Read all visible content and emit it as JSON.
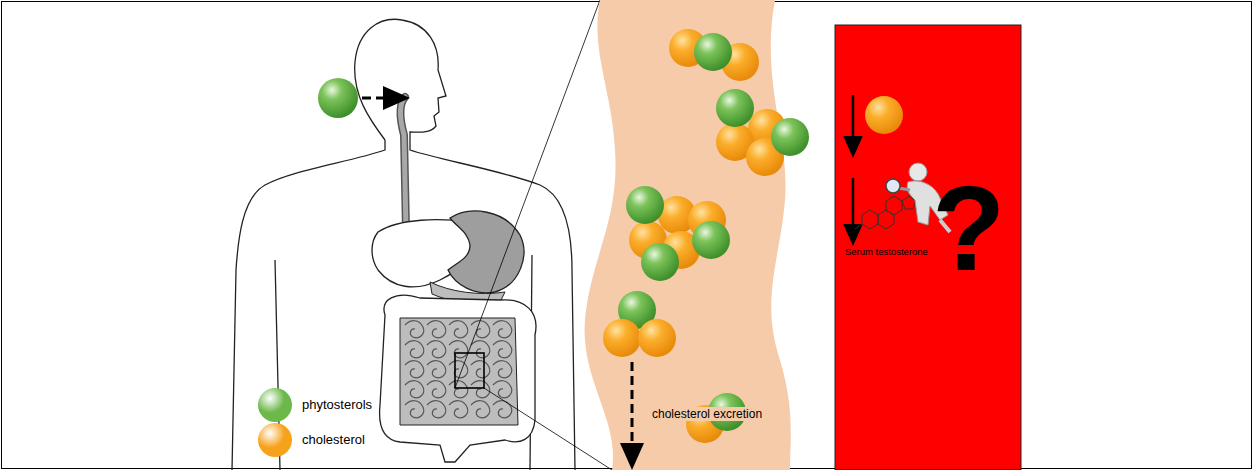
{
  "diagram": {
    "labels": [
      "cholesterol excretion",
      "Serum testosterone",
      "?"
    ],
    "legend": [
      {
        "text": "phytosterols",
        "color": "#6cb84a"
      },
      {
        "text": "cholesterol",
        "color": "#f7a21b"
      }
    ]
  }
}
